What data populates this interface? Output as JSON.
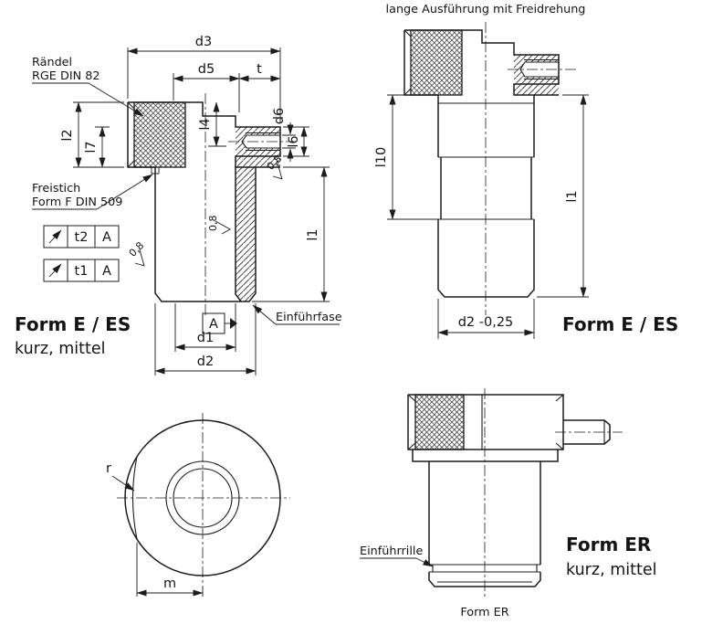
{
  "colors": {
    "background": "#ffffff",
    "line": "#1c1c1c"
  },
  "figure_top_left": {
    "callout_raendel_1": "Rändel",
    "callout_raendel_2": "RGE  DIN 82",
    "callout_freistich_1": "Freistich",
    "callout_freistich_2": "Form F DIN 509",
    "tolerance_frames": [
      {
        "value": "t2",
        "datum": "A"
      },
      {
        "value": "t1",
        "datum": "A"
      }
    ],
    "datum_label": "A",
    "roughness": "0,8",
    "d3": "d3",
    "d5": "d5",
    "t": "t",
    "d6": "d6",
    "l6": "l6",
    "l4": "l4",
    "l2": "l2",
    "l7": "l7",
    "l1": "l1",
    "d1": "d1",
    "d2": "d2",
    "callout_einfuehrfase": "Einführfase",
    "form_title": "Form E / ES",
    "form_subtitle": "kurz, mittel"
  },
  "figure_top_right": {
    "title": "lange Ausführung mit Freidrehung",
    "l10": "l10",
    "l1": "l1",
    "d2_tol": "d2 -0,25",
    "form_title": "Form E / ES"
  },
  "figure_bottom_left": {
    "r": "r",
    "m": "m"
  },
  "figure_bottom_right": {
    "callout_einfuehrrille": "Einführrille",
    "form_title": "Form ER",
    "form_subtitle": "kurz, mittel",
    "caption": "Form ER"
  }
}
